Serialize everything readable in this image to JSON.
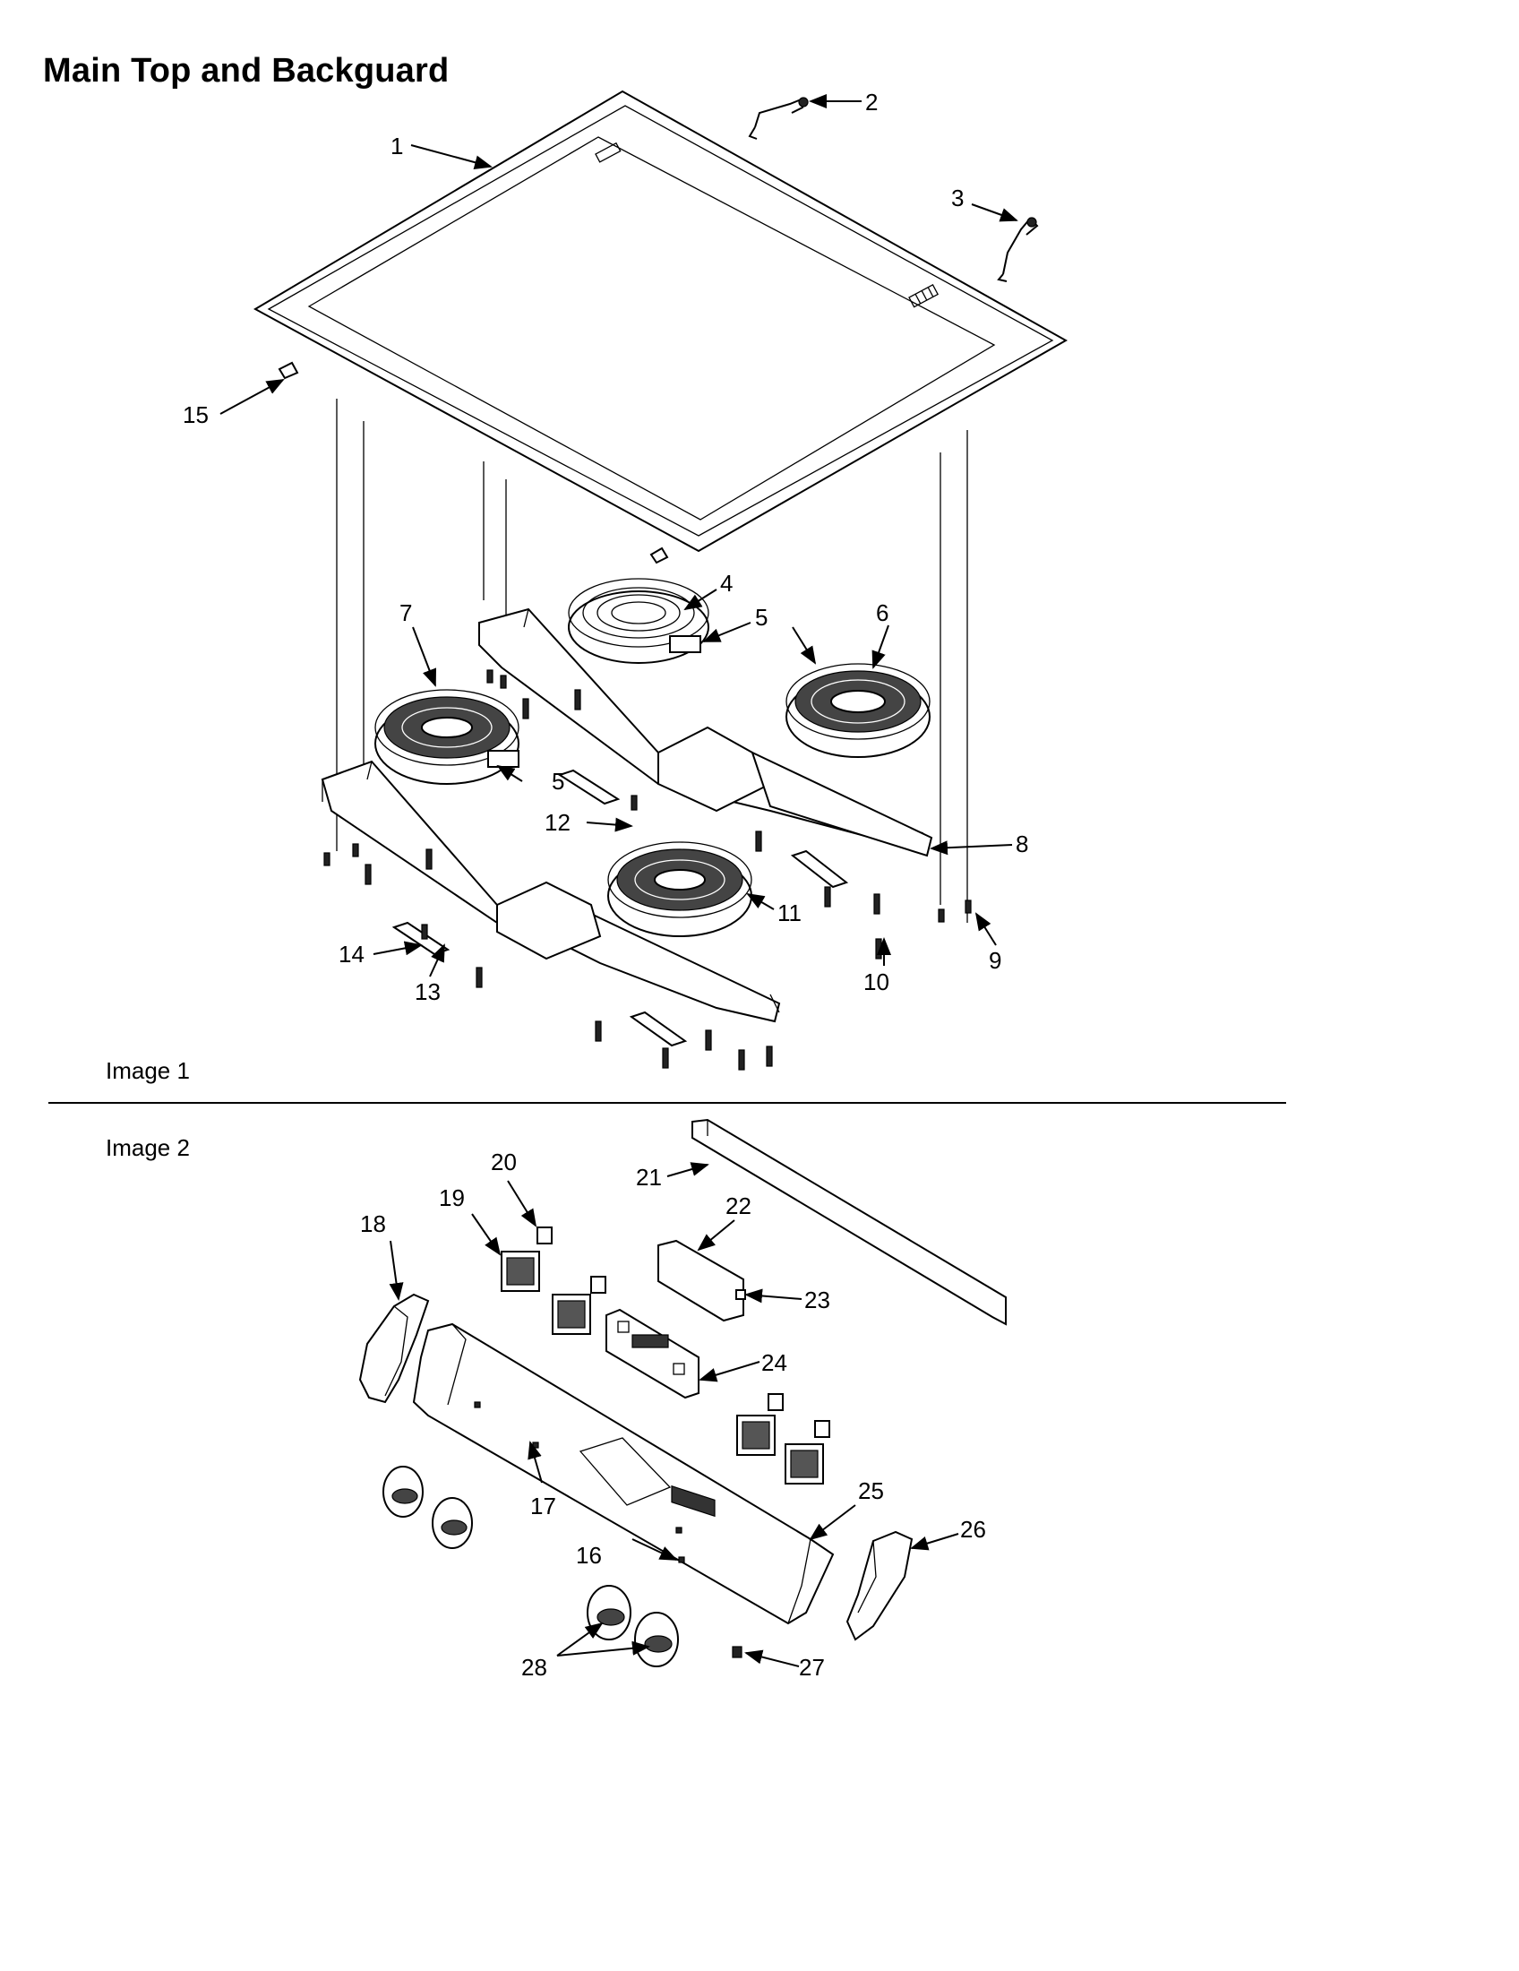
{
  "title": "Main Top and Backguard",
  "image1_label": "Image 1",
  "image2_label": "Image 2",
  "image1_callouts": [
    "1",
    "2",
    "3",
    "4",
    "5",
    "5",
    "6",
    "7",
    "8",
    "9",
    "10",
    "11",
    "12",
    "13",
    "14",
    "15"
  ],
  "image2_callouts": [
    "16",
    "17",
    "18",
    "19",
    "20",
    "21",
    "22",
    "23",
    "24",
    "25",
    "26",
    "27",
    "28"
  ],
  "callouts": {
    "c1": "1",
    "c2": "2",
    "c3": "3",
    "c4": "4",
    "c5a": "5",
    "c5b": "5",
    "c6": "6",
    "c7": "7",
    "c8": "8",
    "c9": "9",
    "c10": "10",
    "c11": "11",
    "c12": "12",
    "c13": "13",
    "c14": "14",
    "c15": "15",
    "c16": "16",
    "c17": "17",
    "c18": "18",
    "c19": "19",
    "c20": "20",
    "c21": "21",
    "c22": "22",
    "c23": "23",
    "c24": "24",
    "c25": "25",
    "c26": "26",
    "c27": "27",
    "c28": "28"
  }
}
